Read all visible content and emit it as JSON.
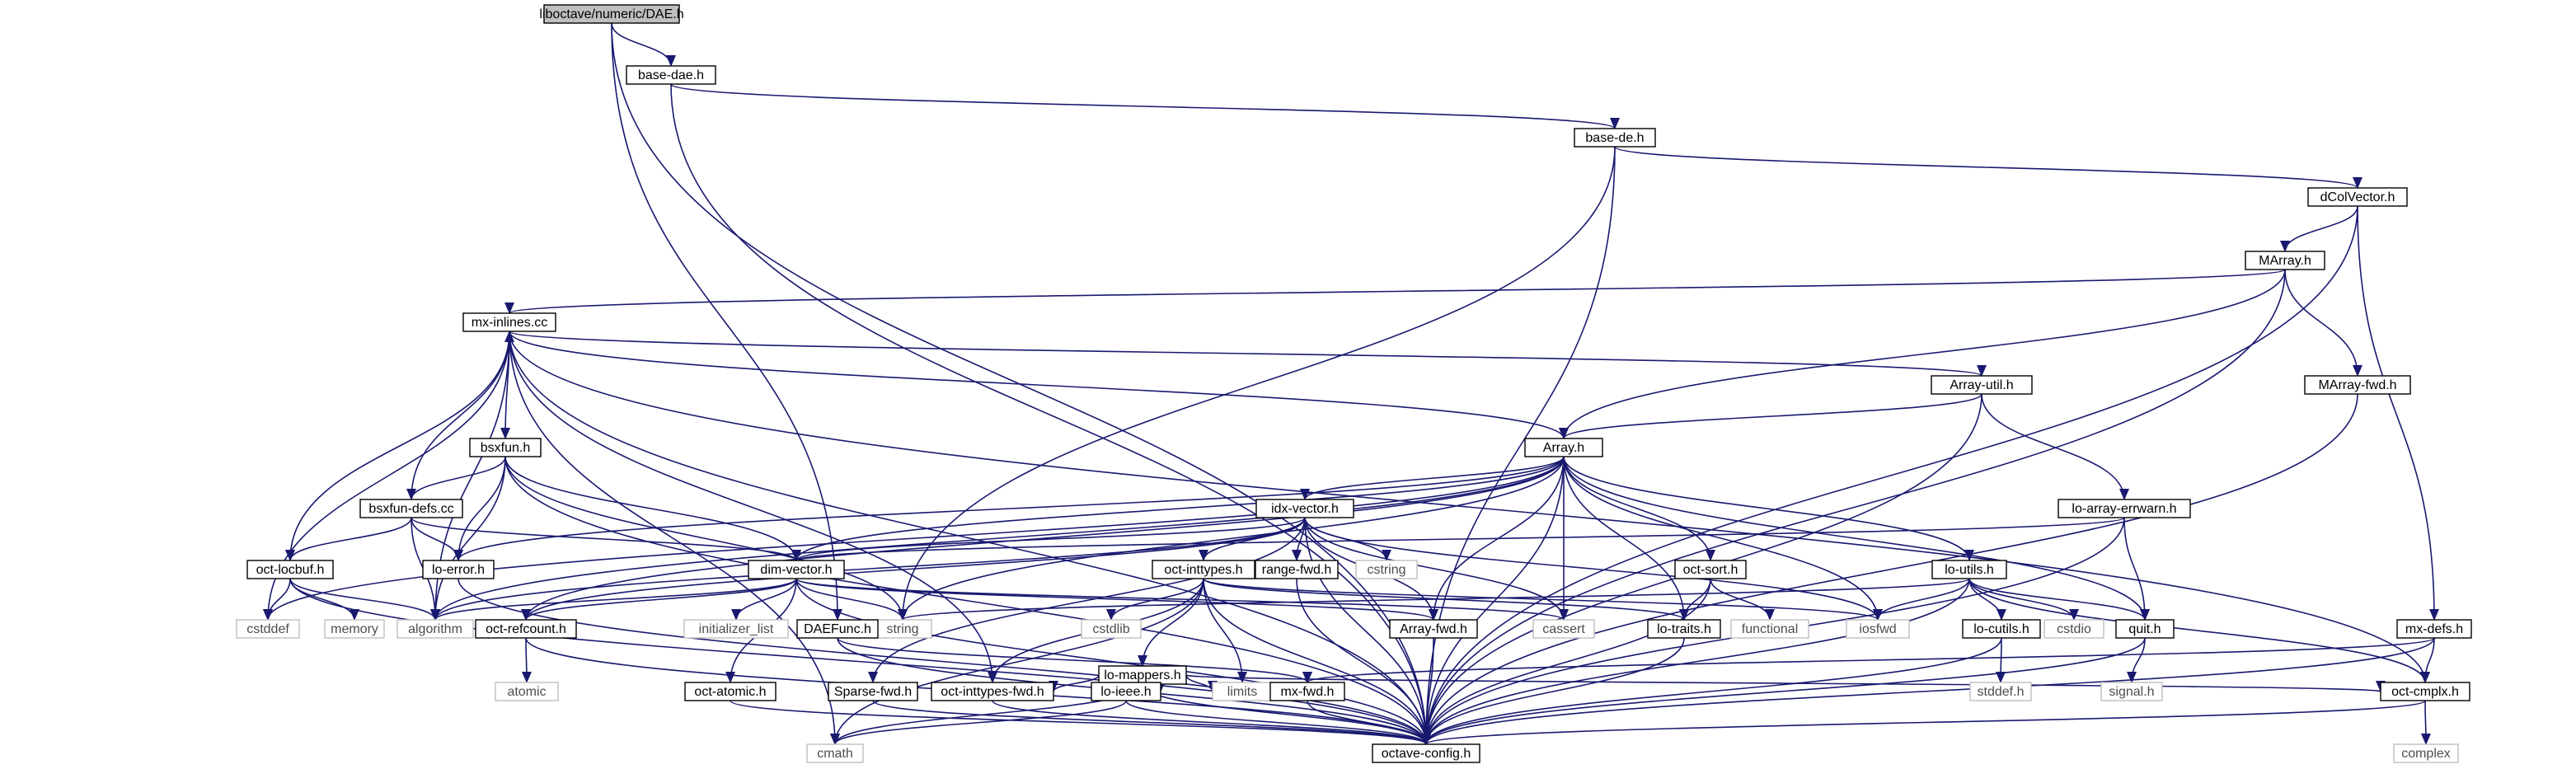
{
  "title": "liboctave/numeric/DAE.h",
  "colors": {
    "edge": "#191970",
    "root_fill": "#bfbfbf",
    "node_border": "#000000",
    "external_border": "#bfbfbf",
    "external_text": "#4d4d4d"
  },
  "nodes": [
    {
      "id": "dae",
      "label": "liboctave/numeric/DAE.h",
      "kind": "root"
    },
    {
      "id": "base_dae",
      "label": "base-dae.h",
      "kind": "header"
    },
    {
      "id": "base_de",
      "label": "base-de.h",
      "kind": "header"
    },
    {
      "id": "dcolvector",
      "label": "dColVector.h",
      "kind": "header"
    },
    {
      "id": "marray",
      "label": "MArray.h",
      "kind": "header"
    },
    {
      "id": "mx_inlines",
      "label": "mx-inlines.cc",
      "kind": "header"
    },
    {
      "id": "array_util",
      "label": "Array-util.h",
      "kind": "header"
    },
    {
      "id": "marray_fwd",
      "label": "MArray-fwd.h",
      "kind": "header"
    },
    {
      "id": "bsxfun",
      "label": "bsxfun.h",
      "kind": "header"
    },
    {
      "id": "array",
      "label": "Array.h",
      "kind": "header"
    },
    {
      "id": "bsxfun_defs",
      "label": "bsxfun-defs.cc",
      "kind": "header"
    },
    {
      "id": "idx_vector",
      "label": "idx-vector.h",
      "kind": "header"
    },
    {
      "id": "lo_array_errwarn",
      "label": "lo-array-errwarn.h",
      "kind": "header"
    },
    {
      "id": "oct_locbuf",
      "label": "oct-locbuf.h",
      "kind": "header"
    },
    {
      "id": "lo_error",
      "label": "lo-error.h",
      "kind": "header"
    },
    {
      "id": "dim_vector",
      "label": "dim-vector.h",
      "kind": "header"
    },
    {
      "id": "oct_inttypes",
      "label": "oct-inttypes.h",
      "kind": "header"
    },
    {
      "id": "range_fwd",
      "label": "range-fwd.h",
      "kind": "header"
    },
    {
      "id": "cstring",
      "label": "cstring",
      "kind": "external"
    },
    {
      "id": "oct_sort",
      "label": "oct-sort.h",
      "kind": "header"
    },
    {
      "id": "lo_utils",
      "label": "lo-utils.h",
      "kind": "header"
    },
    {
      "id": "cstddef",
      "label": "cstddef",
      "kind": "external"
    },
    {
      "id": "memory",
      "label": "memory",
      "kind": "external"
    },
    {
      "id": "algorithm",
      "label": "algorithm",
      "kind": "external"
    },
    {
      "id": "oct_refcount",
      "label": "oct-refcount.h",
      "kind": "header"
    },
    {
      "id": "initializer_list",
      "label": "initializer_list",
      "kind": "external"
    },
    {
      "id": "string",
      "label": "string",
      "kind": "external"
    },
    {
      "id": "daefunc",
      "label": "DAEFunc.h",
      "kind": "header"
    },
    {
      "id": "cstdlib",
      "label": "cstdlib",
      "kind": "external"
    },
    {
      "id": "array_fwd",
      "label": "Array-fwd.h",
      "kind": "header"
    },
    {
      "id": "cassert",
      "label": "cassert",
      "kind": "external"
    },
    {
      "id": "lo_traits",
      "label": "lo-traits.h",
      "kind": "header"
    },
    {
      "id": "functional",
      "label": "functional",
      "kind": "external"
    },
    {
      "id": "iosfwd",
      "label": "iosfwd",
      "kind": "external"
    },
    {
      "id": "lo_cutils",
      "label": "lo-cutils.h",
      "kind": "header"
    },
    {
      "id": "cstdio",
      "label": "cstdio",
      "kind": "external"
    },
    {
      "id": "quit",
      "label": "quit.h",
      "kind": "header"
    },
    {
      "id": "mx_defs",
      "label": "mx-defs.h",
      "kind": "header"
    },
    {
      "id": "lo_mappers",
      "label": "lo-mappers.h",
      "kind": "header"
    },
    {
      "id": "atomic",
      "label": "atomic",
      "kind": "external"
    },
    {
      "id": "oct_atomic",
      "label": "oct-atomic.h",
      "kind": "header"
    },
    {
      "id": "sparse_fwd",
      "label": "Sparse-fwd.h",
      "kind": "header"
    },
    {
      "id": "oct_inttypes_fwd",
      "label": "oct-inttypes-fwd.h",
      "kind": "header"
    },
    {
      "id": "lo_ieee",
      "label": "lo-ieee.h",
      "kind": "header"
    },
    {
      "id": "limits",
      "label": "limits",
      "kind": "external"
    },
    {
      "id": "mx_fwd",
      "label": "mx-fwd.h",
      "kind": "header"
    },
    {
      "id": "stddef",
      "label": "stddef.h",
      "kind": "external"
    },
    {
      "id": "signal",
      "label": "signal.h",
      "kind": "external"
    },
    {
      "id": "oct_cmplx",
      "label": "oct-cmplx.h",
      "kind": "header"
    },
    {
      "id": "cmath",
      "label": "cmath",
      "kind": "external"
    },
    {
      "id": "octave_config",
      "label": "octave-config.h",
      "kind": "header"
    },
    {
      "id": "complex",
      "label": "complex",
      "kind": "external"
    }
  ],
  "edges": [
    [
      "dae",
      "base_dae"
    ],
    [
      "dae",
      "octave_config"
    ],
    [
      "dae",
      "daefunc"
    ],
    [
      "base_dae",
      "base_de"
    ],
    [
      "base_dae",
      "octave_config"
    ],
    [
      "base_de",
      "dcolvector"
    ],
    [
      "base_de",
      "string"
    ],
    [
      "base_de",
      "octave_config"
    ],
    [
      "dcolvector",
      "marray"
    ],
    [
      "dcolvector",
      "mx_defs"
    ],
    [
      "dcolvector",
      "octave_config"
    ],
    [
      "marray",
      "mx_inlines"
    ],
    [
      "marray",
      "array"
    ],
    [
      "marray",
      "marray_fwd"
    ],
    [
      "marray",
      "octave_config"
    ],
    [
      "mx_inlines",
      "array_util"
    ],
    [
      "mx_inlines",
      "array"
    ],
    [
      "mx_inlines",
      "bsxfun"
    ],
    [
      "mx_inlines",
      "oct_locbuf"
    ],
    [
      "mx_inlines",
      "cstddef"
    ],
    [
      "mx_inlines",
      "algorithm"
    ],
    [
      "mx_inlines",
      "cmath"
    ],
    [
      "mx_inlines",
      "oct_cmplx"
    ],
    [
      "mx_inlines",
      "oct_inttypes_fwd"
    ],
    [
      "mx_inlines",
      "octave_config"
    ],
    [
      "array_util",
      "array"
    ],
    [
      "array_util",
      "lo_array_errwarn"
    ],
    [
      "array_util",
      "octave_config"
    ],
    [
      "marray_fwd",
      "octave_config"
    ],
    [
      "bsxfun",
      "bsxfun_defs"
    ],
    [
      "bsxfun",
      "dim_vector"
    ],
    [
      "bsxfun",
      "lo_error"
    ],
    [
      "bsxfun",
      "algorithm"
    ],
    [
      "bsxfun",
      "string"
    ],
    [
      "bsxfun",
      "octave_config"
    ],
    [
      "bsxfun_defs",
      "mx_inlines"
    ],
    [
      "bsxfun_defs",
      "oct_locbuf"
    ],
    [
      "bsxfun_defs",
      "lo_error"
    ],
    [
      "bsxfun_defs",
      "dim_vector"
    ],
    [
      "bsxfun_defs",
      "algorithm"
    ],
    [
      "array",
      "idx_vector"
    ],
    [
      "array",
      "dim_vector"
    ],
    [
      "array",
      "lo_error"
    ],
    [
      "array",
      "oct_refcount"
    ],
    [
      "array",
      "oct_sort"
    ],
    [
      "array",
      "lo_utils"
    ],
    [
      "array",
      "array_fwd"
    ],
    [
      "array",
      "lo_traits"
    ],
    [
      "array",
      "quit"
    ],
    [
      "array",
      "cassert"
    ],
    [
      "array",
      "cstddef"
    ],
    [
      "array",
      "algorithm"
    ],
    [
      "array",
      "iosfwd"
    ],
    [
      "array",
      "string"
    ],
    [
      "array",
      "octave_config"
    ],
    [
      "idx_vector",
      "oct_inttypes"
    ],
    [
      "idx_vector",
      "range_fwd"
    ],
    [
      "idx_vector",
      "cstring"
    ],
    [
      "idx_vector",
      "dim_vector"
    ],
    [
      "idx_vector",
      "oct_refcount"
    ],
    [
      "idx_vector",
      "array_fwd"
    ],
    [
      "idx_vector",
      "sparse_fwd"
    ],
    [
      "idx_vector",
      "cassert"
    ],
    [
      "idx_vector",
      "iosfwd"
    ],
    [
      "idx_vector",
      "algorithm"
    ],
    [
      "idx_vector",
      "octave_config"
    ],
    [
      "lo_array_errwarn",
      "dim_vector"
    ],
    [
      "lo_array_errwarn",
      "quit"
    ],
    [
      "lo_array_errwarn",
      "octave_config"
    ],
    [
      "oct_locbuf",
      "memory"
    ],
    [
      "oct_locbuf",
      "cstddef"
    ],
    [
      "oct_locbuf",
      "algorithm"
    ],
    [
      "oct_locbuf",
      "octave_config"
    ],
    [
      "lo_error",
      "octave_config"
    ],
    [
      "dim_vector",
      "oct_refcount"
    ],
    [
      "dim_vector",
      "oct_atomic"
    ],
    [
      "dim_vector",
      "initializer_list"
    ],
    [
      "dim_vector",
      "string"
    ],
    [
      "dim_vector",
      "algorithm"
    ],
    [
      "dim_vector",
      "cassert"
    ],
    [
      "dim_vector",
      "array_fwd"
    ],
    [
      "dim_vector",
      "octave_config"
    ],
    [
      "oct_inttypes",
      "lo_mappers"
    ],
    [
      "oct_inttypes",
      "lo_traits"
    ],
    [
      "oct_inttypes",
      "oct_inttypes_fwd"
    ],
    [
      "oct_inttypes",
      "cstdlib"
    ],
    [
      "oct_inttypes",
      "limits"
    ],
    [
      "oct_inttypes",
      "iosfwd"
    ],
    [
      "oct_inttypes",
      "cmath"
    ],
    [
      "oct_inttypes",
      "octave_config"
    ],
    [
      "range_fwd",
      "octave_config"
    ],
    [
      "oct_sort",
      "lo_traits"
    ],
    [
      "oct_sort",
      "functional"
    ],
    [
      "oct_sort",
      "octave_config"
    ],
    [
      "lo_utils",
      "lo_cutils"
    ],
    [
      "lo_utils",
      "quit"
    ],
    [
      "lo_utils",
      "oct_cmplx"
    ],
    [
      "lo_utils",
      "cstdio"
    ],
    [
      "lo_utils",
      "iosfwd"
    ],
    [
      "lo_utils",
      "string"
    ],
    [
      "lo_utils",
      "octave_config"
    ],
    [
      "oct_refcount",
      "atomic"
    ],
    [
      "oct_refcount",
      "octave_config"
    ],
    [
      "daefunc",
      "mx_fwd"
    ],
    [
      "daefunc",
      "octave_config"
    ],
    [
      "array_fwd",
      "octave_config"
    ],
    [
      "lo_traits",
      "octave_config"
    ],
    [
      "lo_cutils",
      "stddef"
    ],
    [
      "lo_cutils",
      "octave_config"
    ],
    [
      "quit",
      "signal"
    ],
    [
      "quit",
      "octave_config"
    ],
    [
      "mx_defs",
      "mx_fwd"
    ],
    [
      "mx_defs",
      "oct_cmplx"
    ],
    [
      "mx_defs",
      "octave_config"
    ],
    [
      "lo_mappers",
      "lo_ieee"
    ],
    [
      "lo_mappers",
      "oct_cmplx"
    ],
    [
      "lo_mappers",
      "oct_inttypes_fwd"
    ],
    [
      "lo_mappers",
      "limits"
    ],
    [
      "lo_mappers",
      "cmath"
    ],
    [
      "lo_mappers",
      "octave_config"
    ],
    [
      "oct_atomic",
      "octave_config"
    ],
    [
      "sparse_fwd",
      "octave_config"
    ],
    [
      "oct_inttypes_fwd",
      "octave_config"
    ],
    [
      "lo_ieee",
      "cmath"
    ],
    [
      "lo_ieee",
      "octave_config"
    ],
    [
      "mx_fwd",
      "octave_config"
    ],
    [
      "oct_cmplx",
      "complex"
    ],
    [
      "oct_cmplx",
      "octave_config"
    ]
  ]
}
